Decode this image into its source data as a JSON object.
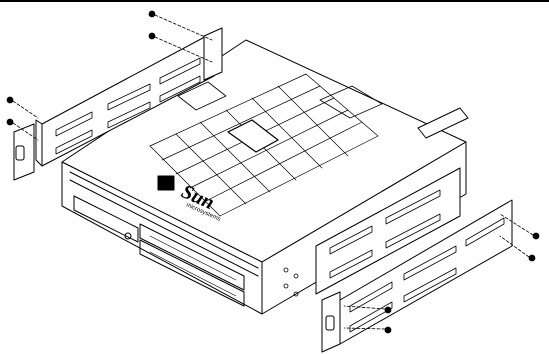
{
  "figure": {
    "logo": {
      "brand": "Sun",
      "tagline": "microsystems"
    },
    "components": [
      "server-chassis",
      "left-mounting-rail",
      "right-mounting-rail",
      "screws"
    ],
    "colors": {
      "line": "#000000",
      "background": "#ffffff"
    }
  }
}
